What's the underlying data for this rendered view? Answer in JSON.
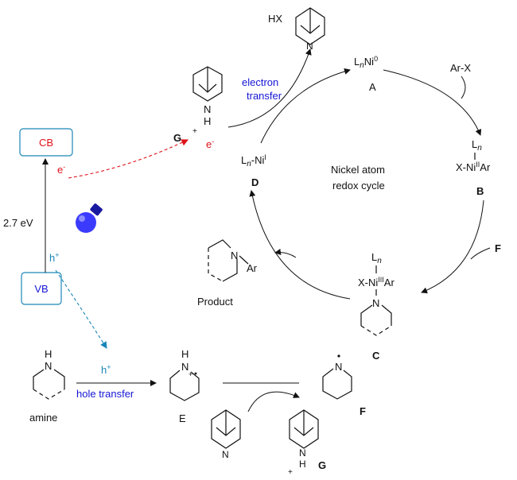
{
  "cb_label": "CB",
  "vb_label": "VB",
  "band_gap": "2.7 eV",
  "e_minus": "e",
  "h_plus": "h",
  "minus_sign": "-",
  "plus_sign": "+",
  "electron_transfer_1": "electron",
  "electron_transfer_2": "transfer",
  "hole_transfer": "hole transfer",
  "hx": "HX",
  "amine": "amine",
  "product": "Product",
  "cycle_title_1": "Nickel atom",
  "cycle_title_2": "redox cycle",
  "ni0": {
    "l": "L",
    "n": "n",
    "ni": "Ni",
    "ox": "0"
  },
  "niI": {
    "l": "L",
    "n": "n",
    "ni": "-Ni",
    "ox": "I"
  },
  "niII": {
    "l": "L",
    "n": "n",
    "x": "X-Ni",
    "ox": "II",
    "ar": "Ar"
  },
  "niIII": {
    "l": "L",
    "n": "n",
    "x": "X-Ni",
    "ox": "III",
    "ar": "Ar"
  },
  "ar_x": "Ar-X",
  "letters": {
    "a": "A",
    "b": "B",
    "c": "C",
    "d": "D",
    "e": "E",
    "f": "F",
    "g": "G"
  },
  "atoms": {
    "n": "N",
    "h": "H",
    "ar": "Ar"
  },
  "colors": {
    "red": "#e0121a",
    "blue": "#1515d6",
    "cyan": "#1a86b8",
    "bulb": "#3b3bff"
  }
}
